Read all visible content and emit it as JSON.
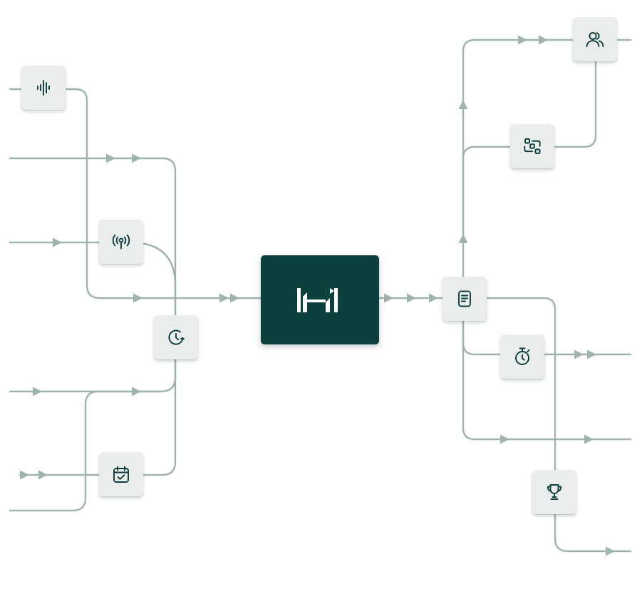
{
  "colors": {
    "wire": "#9fb3b1",
    "arrow": "#9fb3b1",
    "node_bg": "#eaedec",
    "icon": "#0b3f3c",
    "hub_bg": "#0c403d",
    "hub_logo": "#ffffff"
  },
  "hub": {
    "logo": "brand-logo-icon"
  },
  "nodes": [
    {
      "id": "audio-wave",
      "icon": "audio-wave-icon"
    },
    {
      "id": "broadcast",
      "icon": "broadcast-antenna-icon"
    },
    {
      "id": "clock-refresh",
      "icon": "clock-refresh-icon"
    },
    {
      "id": "calendar-check",
      "icon": "calendar-check-icon"
    },
    {
      "id": "document",
      "icon": "document-icon"
    },
    {
      "id": "users",
      "icon": "users-icon"
    },
    {
      "id": "scan-grid",
      "icon": "scan-grid-icon"
    },
    {
      "id": "stopwatch",
      "icon": "stopwatch-icon"
    },
    {
      "id": "trophy",
      "icon": "trophy-icon"
    }
  ]
}
